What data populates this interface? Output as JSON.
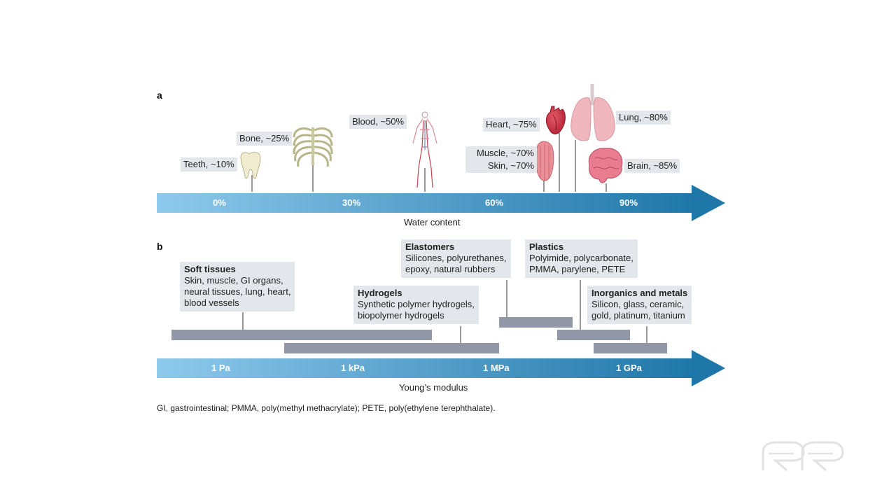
{
  "panel_a": {
    "letter": "a",
    "axis_title": "Water content",
    "ticks": [
      "0%",
      "30%",
      "60%",
      "90%"
    ],
    "tissues": {
      "teeth": "Teeth, ~10%",
      "bone": "Bone, ~25%",
      "blood": "Blood, ~50%",
      "heart": "Heart, ~75%",
      "lung": "Lung, ~80%",
      "muscle": "Muscle, ~70%",
      "skin": "Skin, ~70%",
      "brain": "Brain, ~85%"
    }
  },
  "panel_b": {
    "letter": "b",
    "axis_title": "Young’s modulus",
    "ticks": [
      "1 Pa",
      "1 kPa",
      "1 MPa",
      "1 GPa"
    ],
    "categories": {
      "soft_tissues": {
        "title": "Soft tissues",
        "lines": [
          "Skin, muscle, GI organs,",
          "neural tissues, lung, heart,",
          "blood vessels"
        ]
      },
      "hydrogels": {
        "title": "Hydrogels",
        "lines": [
          "Synthetic polymer hydrogels,",
          "biopolymer hydrogels"
        ]
      },
      "elastomers": {
        "title": "Elastomers",
        "lines": [
          "Silicones, polyurethanes,",
          "epoxy, natural rubbers"
        ]
      },
      "plastics": {
        "title": "Plastics",
        "lines": [
          "Polyimide, polycarbonate,",
          "PMMA, parylene, PETE"
        ]
      },
      "inorganics": {
        "title": "Inorganics and metals",
        "lines": [
          "Silicon, glass, ceramic,",
          "gold, platinum, titanium"
        ]
      }
    }
  },
  "footnote": "GI, gastrointestinal; PMMA, poly(methyl methacrylate); PETE, poly(ethylene terephthalate).",
  "colors": {
    "arrow_start": "#8ec9ec",
    "arrow_end": "#1f77a9",
    "range_bar": "#9197a6",
    "label_bg": "#e3e6ea",
    "stem": "#555555"
  }
}
